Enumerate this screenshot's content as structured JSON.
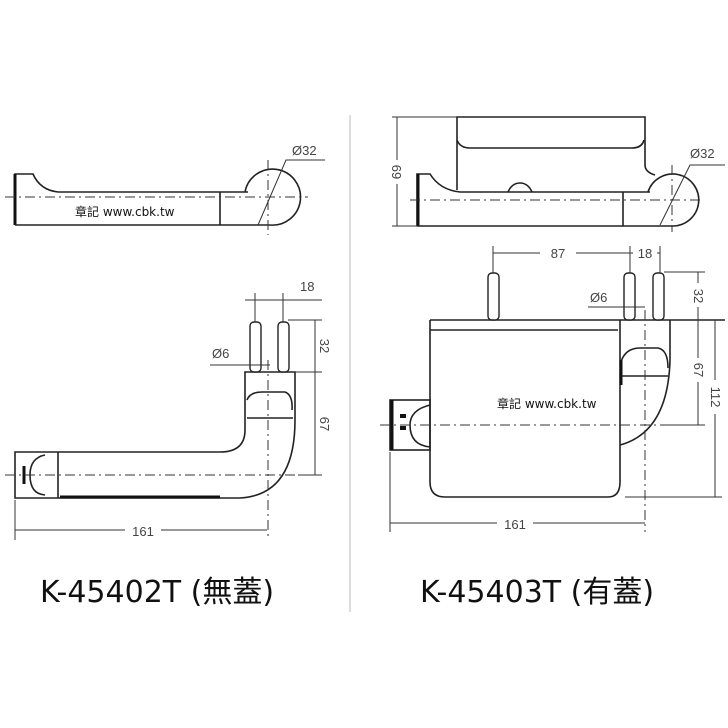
{
  "models": [
    {
      "title": "K-45402T (無蓋)",
      "dims": {
        "diameter_roll": "Ø32",
        "spacing": "18",
        "anchor": "Ø6",
        "anchor_depth": "32",
        "height": "67",
        "length": "161"
      }
    },
    {
      "title": "K-45403T (有蓋)",
      "dims": {
        "diameter_roll": "Ø32",
        "cover_height": "69",
        "span": "87",
        "spacing": "18",
        "anchor": "Ø6",
        "anchor_depth": "32",
        "height": "67",
        "total_height": "112",
        "length": "161"
      }
    }
  ],
  "watermark": "章記 www.cbk.tw"
}
